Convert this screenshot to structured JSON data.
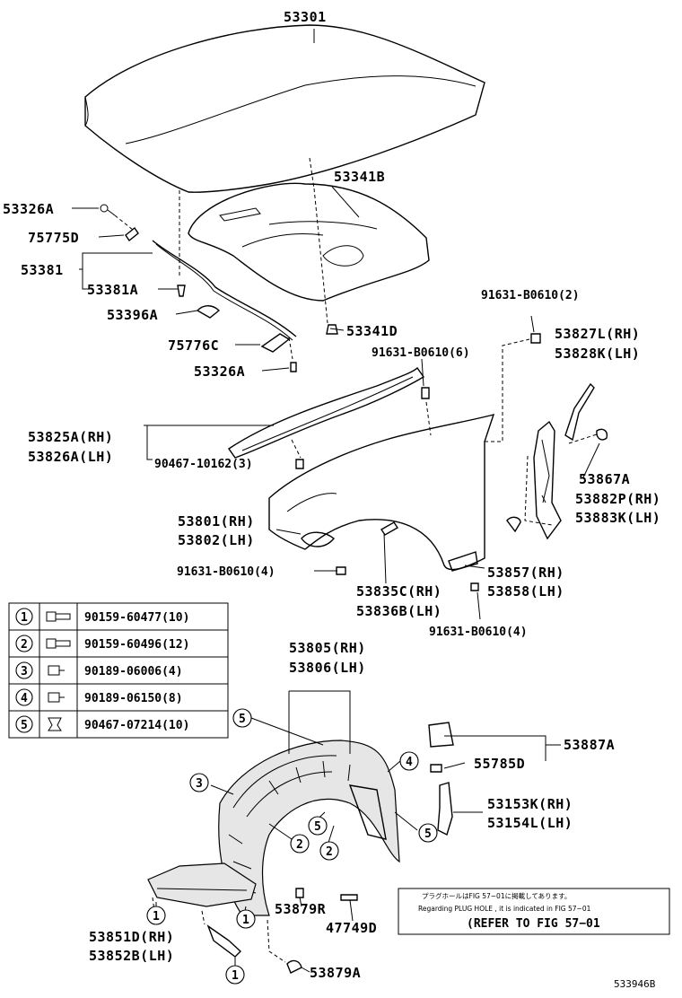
{
  "parts": {
    "hood": "53301",
    "hood_insulator": "53341B",
    "hood_bolt_upper": "53326A",
    "hood_seal_front": "75775D",
    "hood_support": "53381",
    "hood_support_clip": "53381A",
    "hood_bumper": "53396A",
    "hood_seal_rear": "75776C",
    "hood_bolt_lower": "53326A",
    "insulator_clip": "53341D",
    "bolt_upper_right": "91631-B0610(2)",
    "fender_bolt_top": "91631-B0610(6)",
    "seal_rh": "53827L(RH)",
    "seal_lh": "53828K(LH)",
    "fender_strip_rh": "53825A(RH)",
    "fender_strip_lh": "53826A(LH)",
    "clip_90467": "90467-10162(3)",
    "fender_protector_clip": "53867A",
    "protector_rh": "53882P(RH)",
    "protector_lh": "53883K(LH)",
    "fender_rh": "53801(RH)",
    "fender_lh": "53802(LH)",
    "fender_bolt_lower": "91631-B0610(4)",
    "fender_cover_rh": "53857(RH)",
    "fender_cover_lh": "53858(LH)",
    "fender_pad_rh": "53835C(RH)",
    "fender_pad_lh": "53836B(LH)",
    "fender_bolt_bottom": "91631-B0610(4)",
    "liner_rh": "53805(RH)",
    "liner_lh": "53806(LH)",
    "liner_plug": "53887A",
    "liner_clip": "55785D",
    "bracket_rh": "53153K(RH)",
    "bracket_lh": "53154L(LH)",
    "splash_rh": "53851D(RH)",
    "splash_lh": "53852B(LH)",
    "clip_r": "53879R",
    "clip_a": "53879A",
    "screw": "47749D"
  },
  "fastener_table": [
    {
      "num": "1",
      "part": "90159-60477(10)"
    },
    {
      "num": "2",
      "part": "90159-60496(12)"
    },
    {
      "num": "3",
      "part": "90189-06006(4)"
    },
    {
      "num": "4",
      "part": "90189-06150(8)"
    },
    {
      "num": "5",
      "part": "90467-07214(10)"
    }
  ],
  "note": {
    "japanese": "プラグホールはFIG 57−01に掲載してあります。",
    "english": "Regarding  PLUG  HOLE , it is indicated in FIG  57−01",
    "refer": "(REFER TO FIG 57−01"
  },
  "figure_code": "533946B"
}
